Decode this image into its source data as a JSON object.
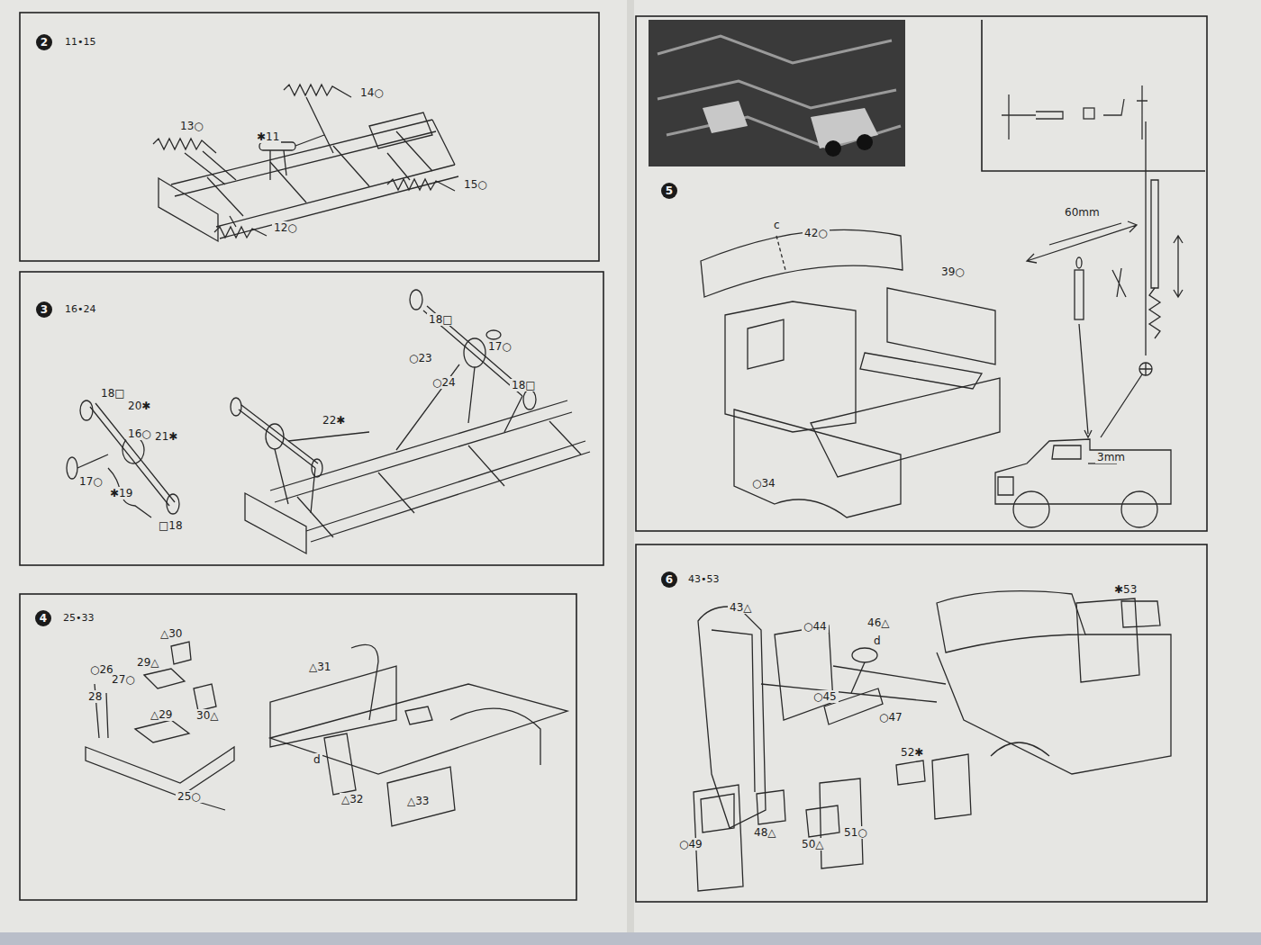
{
  "diagram": {
    "nodes": [
      {
        "text": [
          "2"
        ]
      },
      {
        "text": [
          "3"
        ]
      },
      {
        "text": [
          "4"
        ]
      },
      {
        "text": [
          "5"
        ]
      },
      {
        "text": [
          "6"
        ]
      }
    ],
    "labels": [
      "11•15",
      "14○",
      "13○",
      "✱11",
      "15○",
      "12○",
      "16•24",
      "18□",
      "17○",
      "○23",
      "○24",
      "18□",
      "18□",
      "20✱",
      "16○",
      "21✱",
      "17○",
      "✱19",
      "□18",
      "22✱",
      "25•33",
      "△30",
      "○26",
      "29△",
      "27○",
      "28",
      "△29",
      "30△",
      "25○",
      "△31",
      "d",
      "△32",
      "△33",
      "c",
      "42○",
      "39○",
      "60mm",
      "○34",
      "3mm",
      "43•53",
      "43△",
      "○44",
      "46△",
      "d",
      "○45",
      "○47",
      "✱53",
      "52✱",
      "48△",
      "○49",
      "51○",
      "50△"
    ]
  }
}
